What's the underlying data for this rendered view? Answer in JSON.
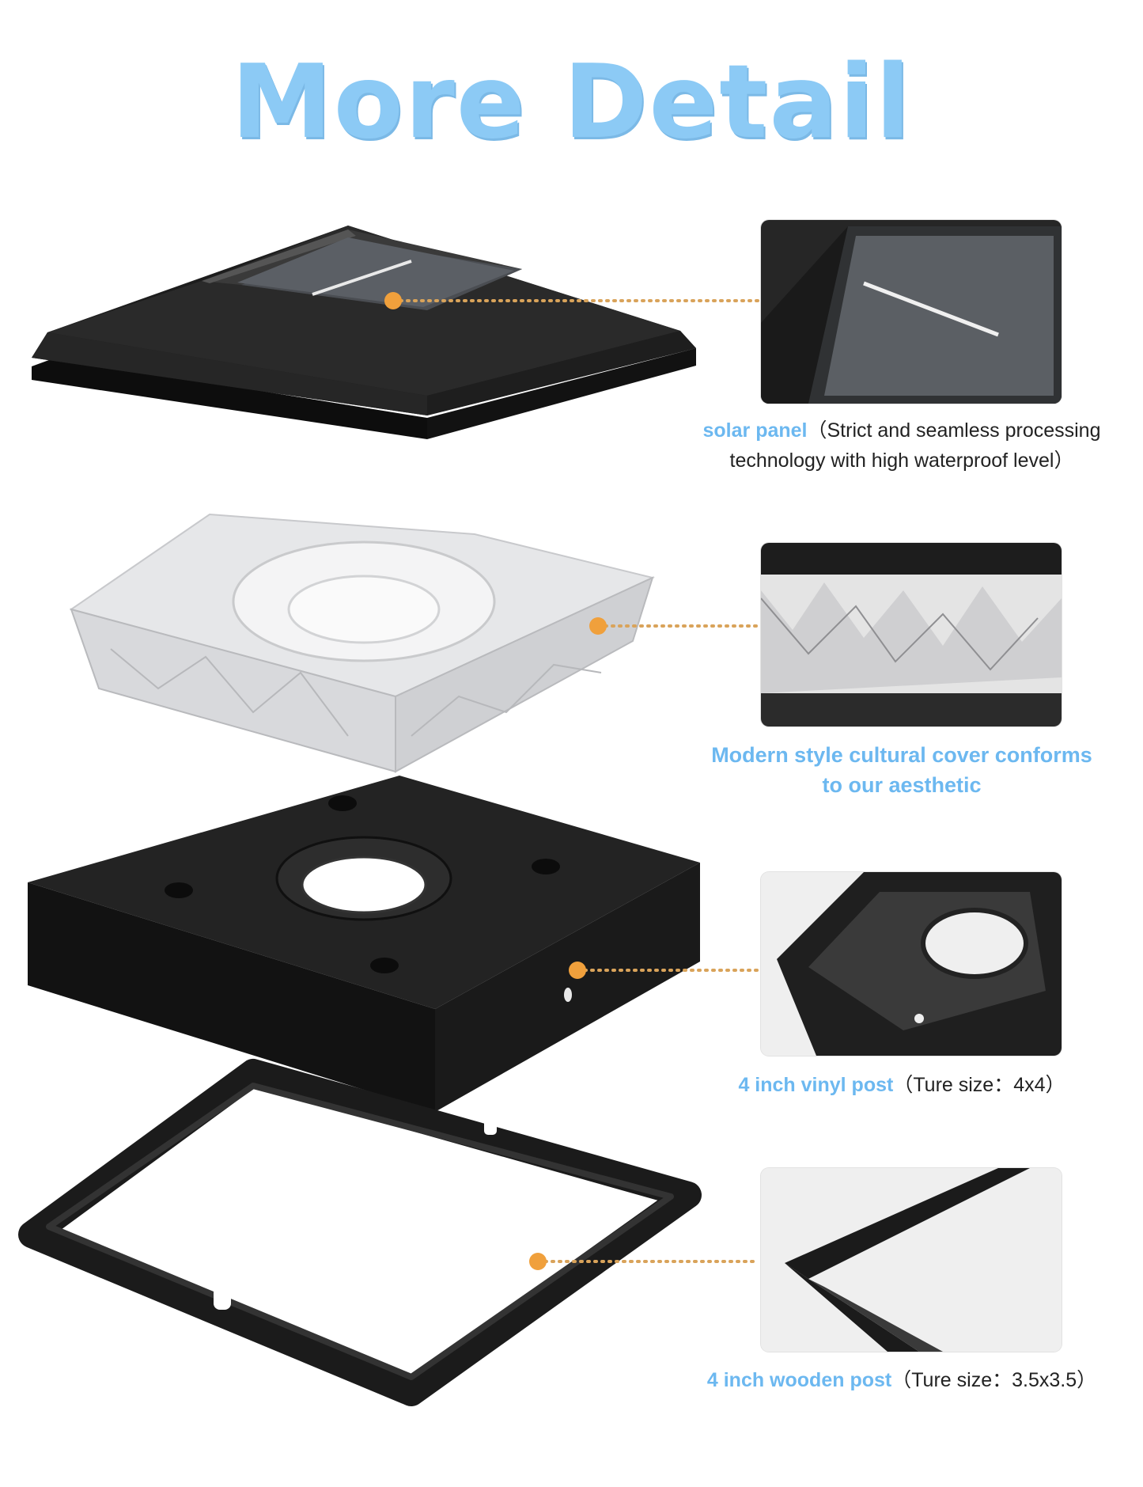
{
  "title": "More Detail",
  "colors": {
    "accent": "#8ccaf5",
    "highlight": "#6cb8f0",
    "dot": "#f0a03c",
    "product": "#1c1c1c"
  },
  "features": [
    {
      "highlight": "solar panel",
      "detail_line1": "（Strict and seamless processing",
      "detail_line2": "technology with high waterproof level）"
    },
    {
      "highlight_line1": "Modern style cultural cover conforms",
      "highlight_line2": "to our aesthetic"
    },
    {
      "highlight": "4 inch vinyl post",
      "detail": "（Ture size：4x4）"
    },
    {
      "highlight": "4 inch wooden post",
      "detail": "（Ture size：3.5x3.5）"
    }
  ]
}
